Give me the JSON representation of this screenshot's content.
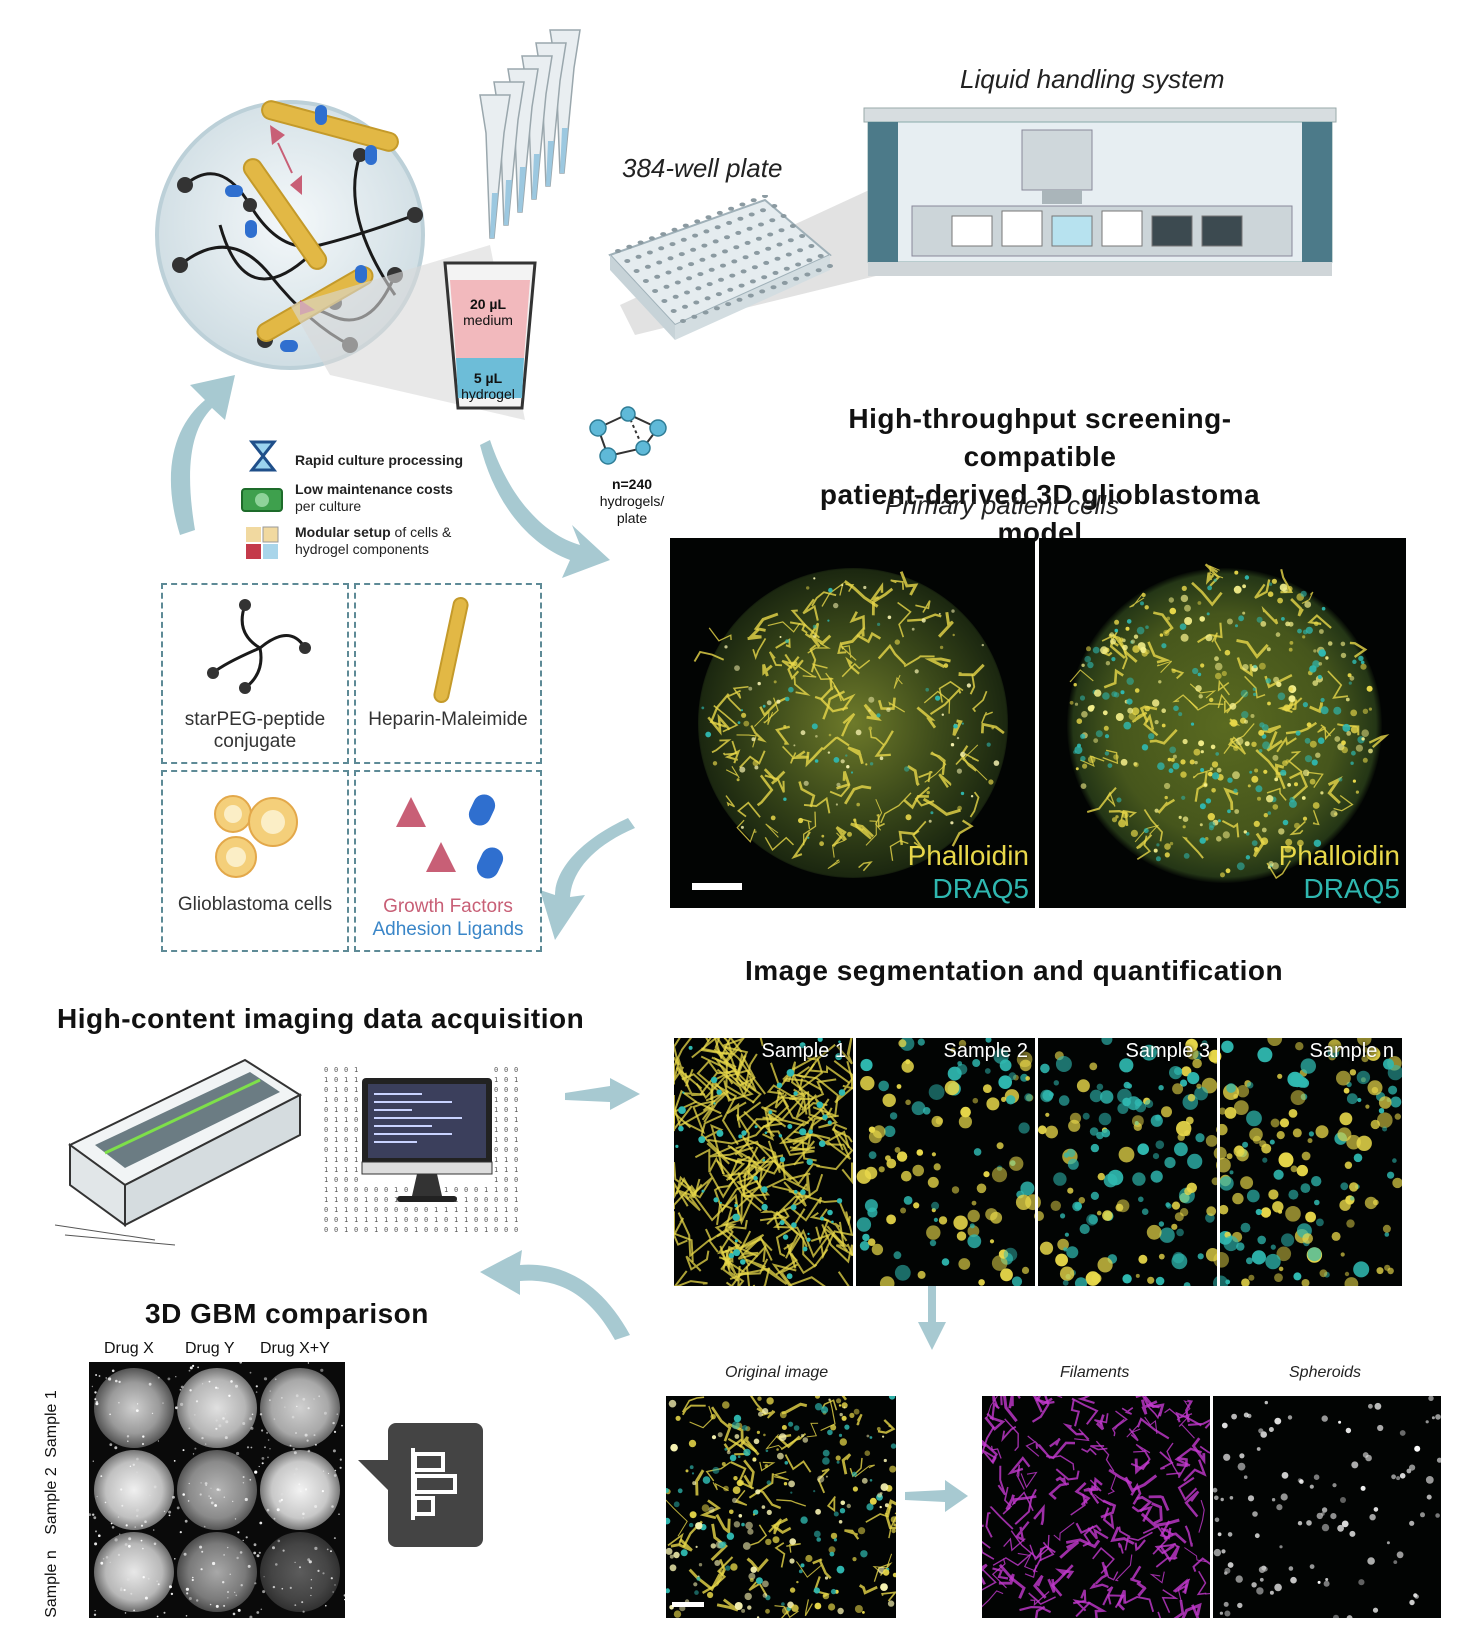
{
  "liquid_handling_label": "Liquid handling system",
  "plate_label": "384-well plate",
  "cup": {
    "medium": "20 µL medium",
    "medium_vol": "20 µL",
    "medium_name": "medium",
    "hydrogel_vol": "5 µL",
    "hydrogel_name": "hydrogel"
  },
  "network": {
    "n": "n=240",
    "line2": "hydrogels/",
    "line3": "plate"
  },
  "features": [
    {
      "bold": "Rapid culture processing",
      "rest": "",
      "icon": "hourglass-icon"
    },
    {
      "bold": "Low maintenance costs",
      "rest": "per culture",
      "icon": "money-icon"
    },
    {
      "bold": "Modular setup",
      "rest_inline": " of cells &",
      "rest": "hydrogel components",
      "icon": "puzzle-icon"
    }
  ],
  "components": {
    "starpeg": "starPEG-peptide conjugate",
    "heparin": "Heparin-Maleimide",
    "glio": "Glioblastoma cells",
    "gf": "Growth Factors",
    "adhesion": "Adhesion Ligands"
  },
  "hts_title_line1": "High-throughput screening-compatible",
  "hts_title_line2": "patient-derived 3D glioblastoma model",
  "primary_cells": "Primary patient cells",
  "stain1": "Phalloidin",
  "stain2": "DRAQ5",
  "seg_title": "Image segmentation and quantification",
  "hci_title": "High-content imaging data acquisition",
  "samples": [
    "Sample 1",
    "Sample 2",
    "Sample 3",
    "Sample n"
  ],
  "seg_labels": {
    "original": "Original image",
    "filaments": "Filaments",
    "spheroids": "Spheroids"
  },
  "gbm": {
    "title": "3D GBM comparison",
    "cols": [
      "Drug X",
      "Drug Y",
      "Drug X+Y"
    ],
    "rows": [
      "Sample 1",
      "Sample 2",
      "Sample n"
    ]
  },
  "colors": {
    "yellow": "#e8d84a",
    "cyan": "#2fb8b0",
    "magenta": "#c43ad0",
    "arrow": "#a7c9d1",
    "gold": "#e2b845",
    "blue": "#2f6fcf",
    "pink": "#c85f76"
  }
}
